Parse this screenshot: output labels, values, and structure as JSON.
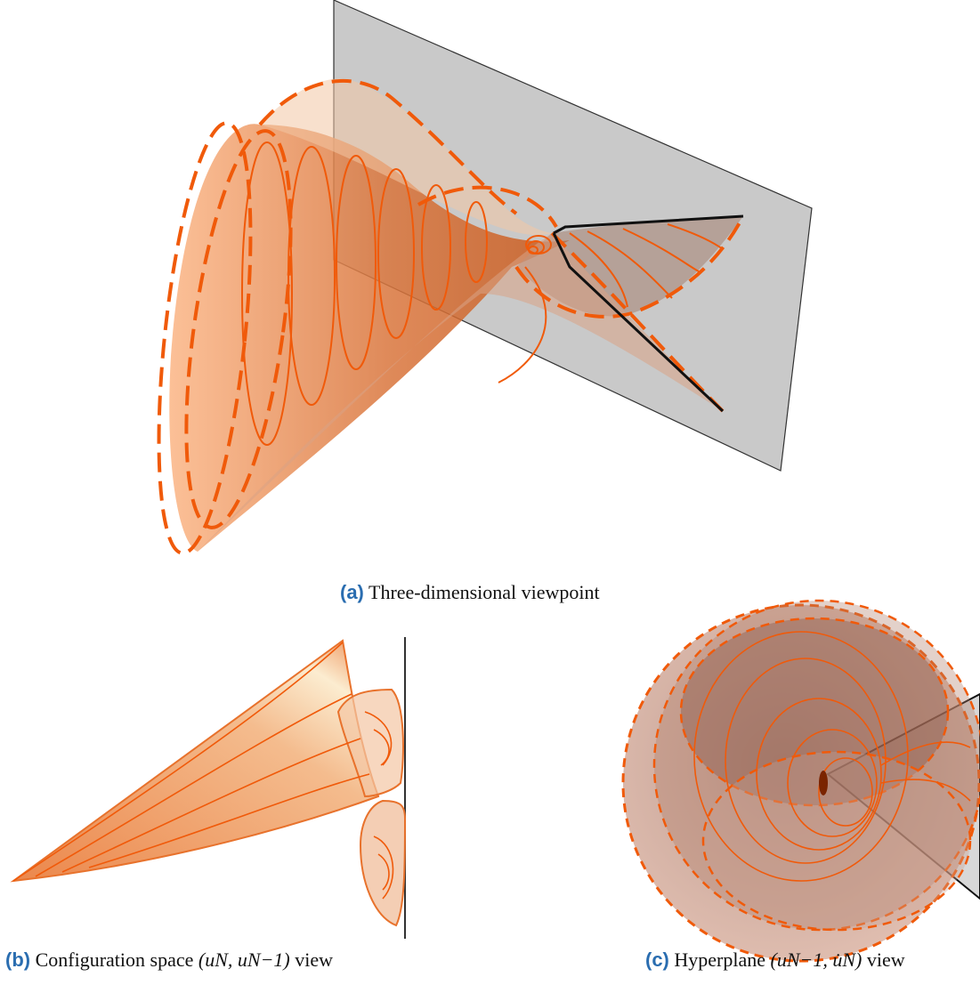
{
  "figure": {
    "panels": [
      {
        "label": "(a)",
        "caption": "Three-dimensional viewpoint"
      },
      {
        "label": "(b)",
        "caption_prefix": "Configuration space",
        "caption_math": "(uN, uN−1)",
        "caption_suffix": "view"
      },
      {
        "label": "(c)",
        "caption_prefix": "Hyperplane",
        "caption_math": "(uN−1, u̇N)",
        "caption_suffix": "view"
      }
    ],
    "colors": {
      "surface": "#e8722c",
      "curve": "#f05a0a",
      "plane": "#bdbdbd",
      "label": "#2a6db0"
    }
  }
}
